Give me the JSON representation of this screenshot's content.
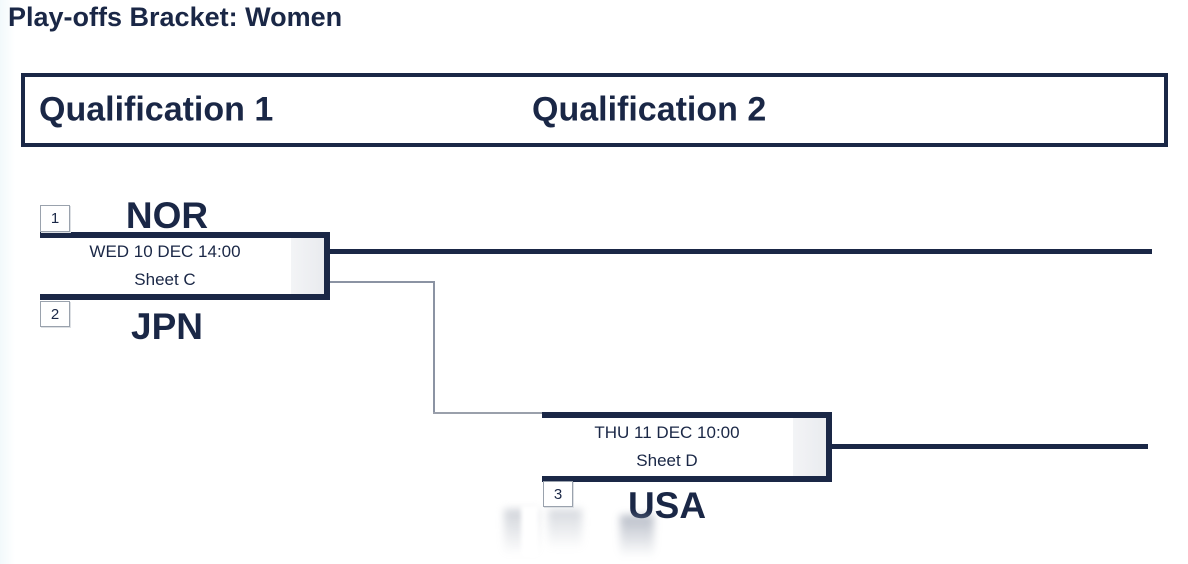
{
  "page": {
    "title": "Play-offs Bracket: Women"
  },
  "header": {
    "columns": [
      {
        "label": "Qualification 1"
      },
      {
        "label": "Qualification 2"
      }
    ]
  },
  "bracket": {
    "match1": {
      "seed_top": "1",
      "team_top": "NOR",
      "datetime": "WED 10 DEC 14:00",
      "sheet": "Sheet C",
      "seed_bottom": "2",
      "team_bottom": "JPN"
    },
    "match2": {
      "datetime": "THU 11 DEC 10:00",
      "sheet": "Sheet D",
      "seed_bottom": "3",
      "team_bottom": "USA"
    }
  },
  "colors": {
    "navy": "#1a2746",
    "strip_gray": "#e9ebef",
    "thin_line": "#8b93a3",
    "seed_border": "#9aa2ad"
  }
}
